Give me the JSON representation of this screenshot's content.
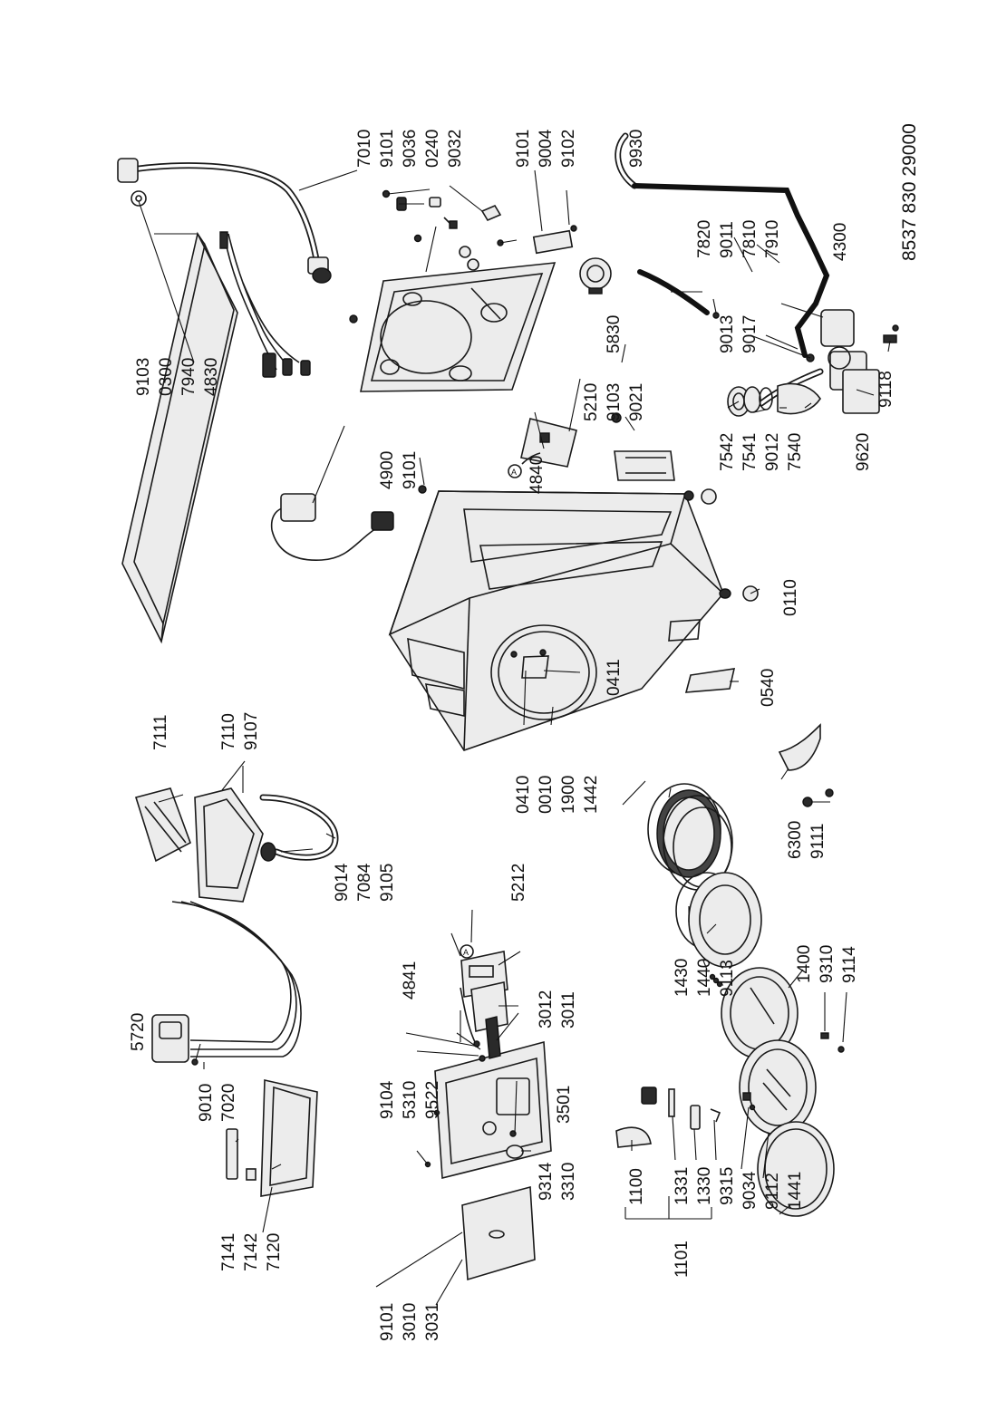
{
  "document_number": "8537 830 29000",
  "part_numbers": {
    "p0010": "0010",
    "p0110": "0110",
    "p0240": "0240",
    "p0300": "0300",
    "p0410": "0410",
    "p0411": "0411",
    "p0540": "0540",
    "p1100": "1100",
    "p1101": "1101",
    "p1330": "1330",
    "p1331": "1331",
    "p1400": "1400",
    "p1430": "1430",
    "p1440": "1440",
    "p1441": "1441",
    "p1442": "1442",
    "p1900": "1900",
    "p3010": "3010",
    "p3011": "3011",
    "p3012": "3012",
    "p3031": "3031",
    "p3310": "3310",
    "p3501": "3501",
    "p4300": "4300",
    "p4830": "4830",
    "p4840": "4840",
    "p4841": "4841",
    "p4900": "4900",
    "p5210": "5210",
    "p5212": "5212",
    "p5310": "5310",
    "p5720": "5720",
    "p5830": "5830",
    "p6300": "6300",
    "p7010": "7010",
    "p7020": "7020",
    "p7084": "7084",
    "p7110": "7110",
    "p7111": "7111",
    "p7120": "7120",
    "p7141": "7141",
    "p7142": "7142",
    "p7540": "7540",
    "p7541": "7541",
    "p7542": "7542",
    "p7810": "7810",
    "p7820": "7820",
    "p7910": "7910",
    "p7940": "7940",
    "p9004": "9004",
    "p9010": "9010",
    "p9011": "9011",
    "p9012": "9012",
    "p9013": "9013",
    "p9014": "9014",
    "p9017": "9017",
    "p9021": "9021",
    "p9032": "9032",
    "p9034": "9034",
    "p9036": "9036",
    "p9101": "9101",
    "p9102": "9102",
    "p9103": "9103",
    "p9104": "9104",
    "p9105": "9105",
    "p9107": "9107",
    "p9111": "9111",
    "p9112": "9112",
    "p9113": "9113",
    "p9114": "9114",
    "p9118": "9118",
    "p9310": "9310",
    "p9314": "9314",
    "p9315": "9315",
    "p9522": "9522",
    "p9620": "9620",
    "p9930": "9930"
  }
}
